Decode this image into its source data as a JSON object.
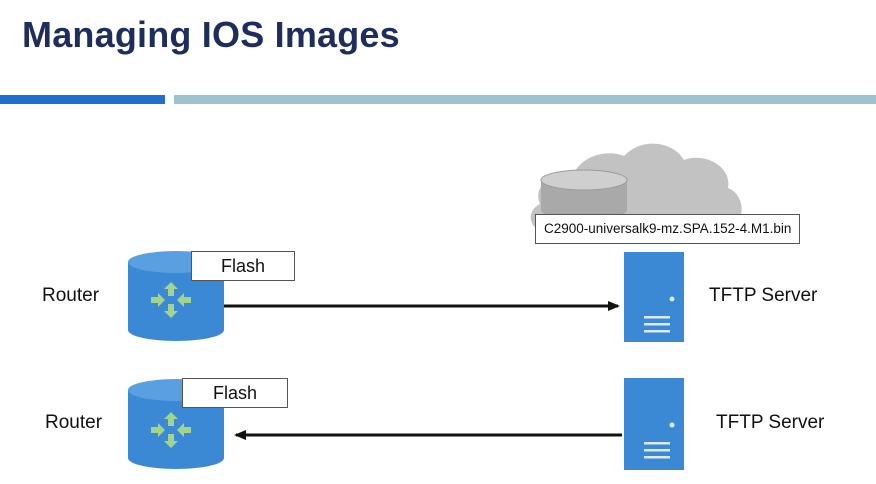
{
  "slide": {
    "title": "Managing IOS Images"
  },
  "diagram": {
    "cloud_file": "C2900-universalk9-mz.SPA.152-4.M1.bin",
    "rows": [
      {
        "router_label": "Router",
        "flash_label": "Flash",
        "server_label": "TFTP Server",
        "direction": "router-to-server"
      },
      {
        "router_label": "Router",
        "flash_label": "Flash",
        "server_label": "TFTP Server",
        "direction": "server-to-router"
      }
    ]
  },
  "colors": {
    "title": "#1f2d5c",
    "accent_bar": "#1f6fd0",
    "light_bar": "#9cc4cf",
    "device_blue": "#3b88d4",
    "arrow_green": "#9fd08a",
    "cloud_gray": "#c4c4c4"
  }
}
